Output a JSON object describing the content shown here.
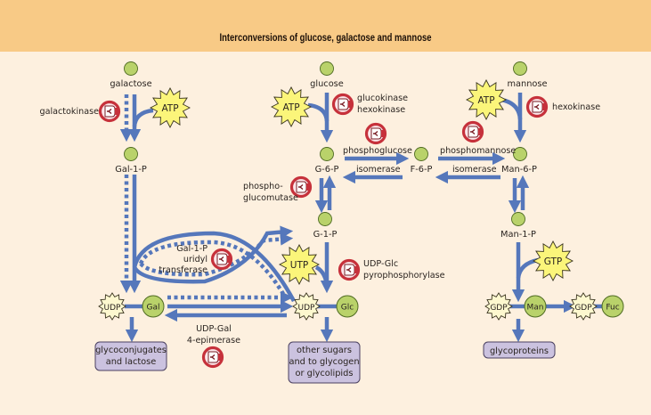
{
  "title": "Interconversions of glucose, galactose and mannose",
  "colors": {
    "header_bg": "#f8ca86",
    "background": "#fdf0df",
    "arrow": "#5577bb",
    "metabolite_fill": "#b9d26a",
    "metabolite_stroke": "#4f6b22",
    "energy_fill": "#fbf57a",
    "nucleotide_fill": "#fdf8cf",
    "enzyme_ring": "#c6313b",
    "product_box_fill": "#cbc2df",
    "product_box_stroke": "#4a4060"
  },
  "metabolites": {
    "galactose": "galactose",
    "gal1p": "Gal-1-P",
    "glucose": "glucose",
    "g6p": "G-6-P",
    "f6p": "F-6-P",
    "g1p": "G-1-P",
    "mannose": "mannose",
    "man6p": "Man-6-P",
    "man1p": "Man-1-P"
  },
  "sugar_nodes": {
    "gal": "Gal",
    "glc": "Glc",
    "man": "Man",
    "fuc": "Fuc"
  },
  "nucleotides": {
    "udp_gal": "UDP",
    "udp_glc": "UDP",
    "gdp_man": "GDP",
    "gdp_fuc": "GDP"
  },
  "energy": {
    "atp_galactose": "ATP",
    "atp_glucose": "ATP",
    "atp_mannose": "ATP",
    "utp": "UTP",
    "gtp": "GTP"
  },
  "enzymes": {
    "galactokinase": "galactokinase",
    "glucokinase": [
      "glucokinase",
      "hexokinase"
    ],
    "phosphoglucose_isomerase": [
      "phosphoglucose",
      "isomerase"
    ],
    "phosphomannose_isomerase": [
      "phosphomannose",
      "isomerase"
    ],
    "mannose_hexokinase": "hexokinase",
    "phosphoglucomutase": [
      "phospho-",
      "glucomutase"
    ],
    "uridyl_transferase": [
      "Gal-1-P",
      "uridyl",
      "transferase"
    ],
    "udp_glc_pyrophosphorylase": [
      "UDP-Glc",
      "pyrophosphorylase"
    ],
    "udp_gal_epimerase": [
      "UDP-Gal",
      "4-epimerase"
    ]
  },
  "products": {
    "glycoconjugates": [
      "glycoconjugates",
      "and lactose"
    ],
    "other_sugars": [
      "other sugars",
      "and to glycogen",
      "or glycolipids"
    ],
    "glycoproteins": [
      "glycoproteins"
    ]
  }
}
